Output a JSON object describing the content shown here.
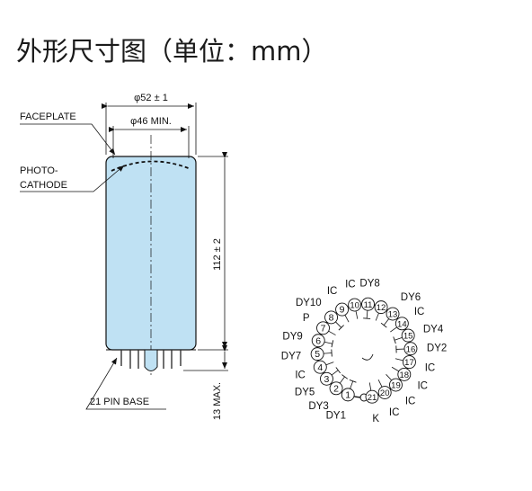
{
  "title": "外形尺寸图（单位：mm）",
  "colors": {
    "tube_fill": "#bfe1f3",
    "line": "#111111",
    "dash": "#111111",
    "pin": "#333333"
  },
  "dimensions": {
    "outer_diameter": "φ52 ± 1",
    "inner_diameter": "φ46 MIN.",
    "length": "112 ± 2",
    "pin_length": "13 MAX."
  },
  "callouts": {
    "faceplate": "FACEPLATE",
    "photocathode_1": "PHOTO-",
    "photocathode_2": "CATHODE",
    "pin_base": "21 PIN BASE"
  },
  "pins": [
    {
      "n": "1",
      "label": "DY1"
    },
    {
      "n": "2",
      "label": "DY3"
    },
    {
      "n": "3",
      "label": "DY5"
    },
    {
      "n": "4",
      "label": "IC"
    },
    {
      "n": "5",
      "label": "DY7"
    },
    {
      "n": "6",
      "label": "DY9"
    },
    {
      "n": "7",
      "label": "P"
    },
    {
      "n": "8",
      "label": "DY10"
    },
    {
      "n": "9",
      "label": "IC"
    },
    {
      "n": "10",
      "label": "IC"
    },
    {
      "n": "11",
      "label": "DY8"
    },
    {
      "n": "12",
      "label": ""
    },
    {
      "n": "13",
      "label": "DY6"
    },
    {
      "n": "14",
      "label": "IC"
    },
    {
      "n": "15",
      "label": "DY4"
    },
    {
      "n": "16",
      "label": "DY2"
    },
    {
      "n": "17",
      "label": "IC"
    },
    {
      "n": "18",
      "label": "IC"
    },
    {
      "n": "19",
      "label": "IC"
    },
    {
      "n": "20",
      "label": "IC"
    },
    {
      "n": "21",
      "label": "K"
    }
  ]
}
